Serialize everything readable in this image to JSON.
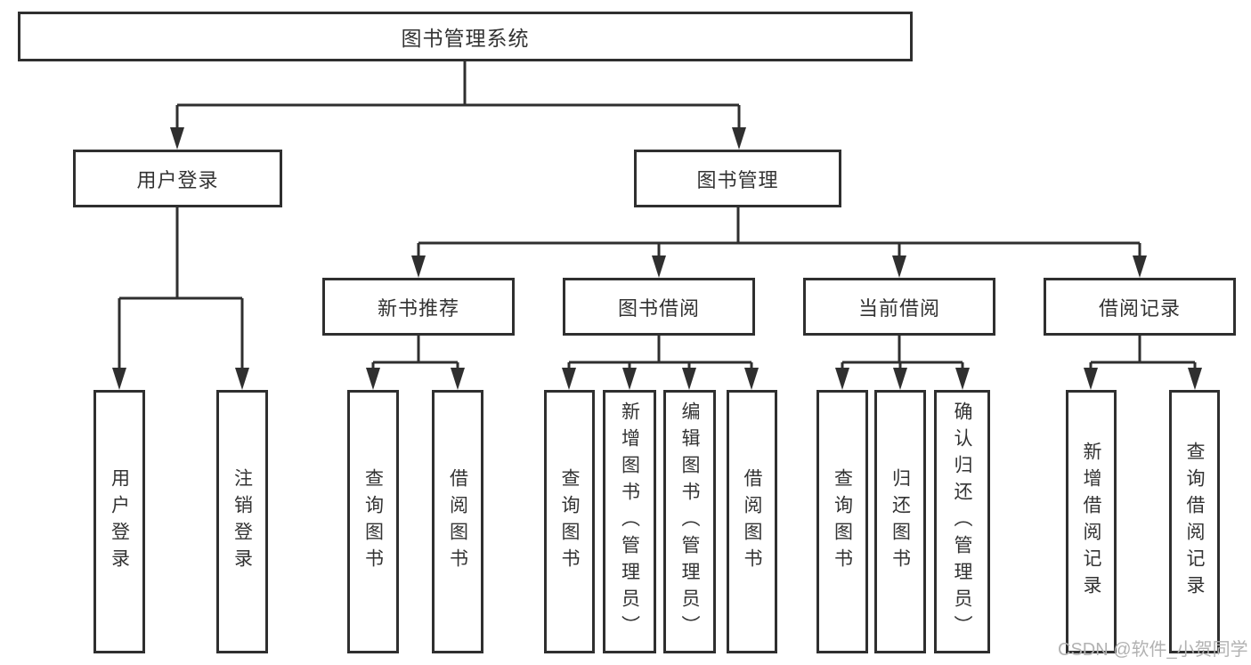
{
  "diagram": {
    "type": "hierarchy-tree",
    "nodes": {
      "root": "图书管理系统",
      "user_login_group": "用户登录",
      "book_mgmt_group": "图书管理",
      "user_login": "用户登录",
      "logout": "注销登录",
      "new_book_rec": "新书推荐",
      "book_borrow": "图书借阅",
      "current_borrow": "当前借阅",
      "borrow_record": "借阅记录",
      "nb_query": "查询图书",
      "nb_borrow": "借阅图书",
      "bb_query": "查询图书",
      "bb_add": "新增图书（管理员）",
      "bb_edit": "编辑图书（管理员）",
      "bb_borrow": "借阅图书",
      "cb_query": "查询图书",
      "cb_return": "归还图书",
      "cb_confirm": "确认归还（管理员）",
      "br_add": "新增借阅记录",
      "br_query": "查询借阅记录"
    },
    "hierarchy": {
      "图书管理系统": {
        "用户登录": [
          "用户登录",
          "注销登录"
        ],
        "图书管理": {
          "新书推荐": [
            "查询图书",
            "借阅图书"
          ],
          "图书借阅": [
            "查询图书",
            "新增图书（管理员）",
            "编辑图书（管理员）",
            "借阅图书"
          ],
          "当前借阅": [
            "查询图书",
            "归还图书",
            "确认归还（管理员）"
          ],
          "借阅记录": [
            "新增借阅记录",
            "查询借阅记录"
          ]
        }
      }
    },
    "colors": {
      "line": "#2f2f2f",
      "text": "#333333",
      "box_background": "#ffffff",
      "page_background": "#ffffff",
      "watermark": "#b2b2b2"
    }
  },
  "watermark": {
    "text": "CSDN @软件_小贺同学"
  }
}
